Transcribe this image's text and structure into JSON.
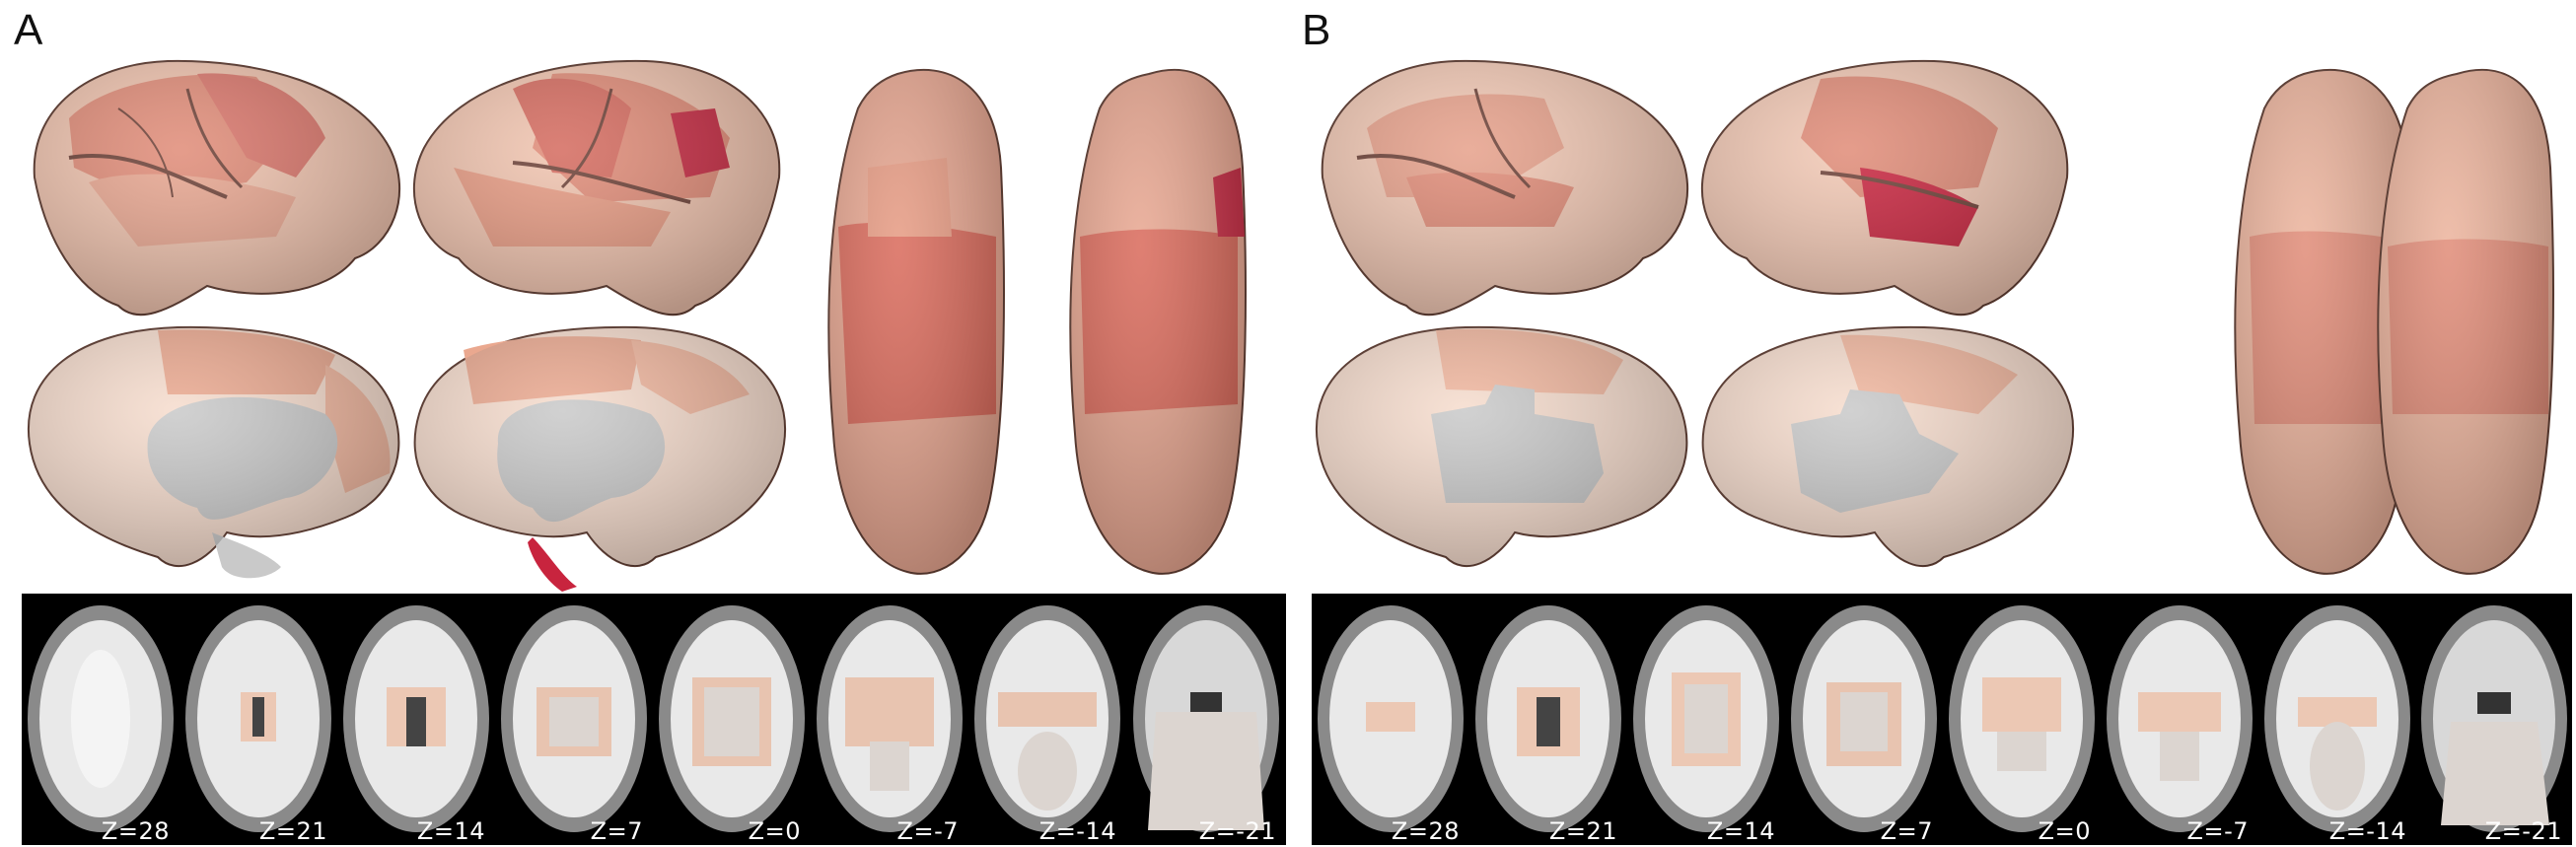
{
  "panels": [
    {
      "label": "A",
      "slices": [
        {
          "z": "Z=28"
        },
        {
          "z": "Z=21"
        },
        {
          "z": "Z=14"
        },
        {
          "z": "Z=7"
        },
        {
          "z": "Z=0"
        },
        {
          "z": "Z=-7"
        },
        {
          "z": "Z=-14"
        },
        {
          "z": "Z=-21"
        }
      ]
    },
    {
      "label": "B",
      "slices": [
        {
          "z": "Z=28"
        },
        {
          "z": "Z=21"
        },
        {
          "z": "Z=14"
        },
        {
          "z": "Z=7"
        },
        {
          "z": "Z=0"
        },
        {
          "z": "Z=-7"
        },
        {
          "z": "Z=-14"
        },
        {
          "z": "Z=-21"
        }
      ]
    }
  ],
  "colors": {
    "light": "#f4d7c8",
    "mid": "#e69a82",
    "strong": "#d9695a",
    "peak": "#c8243e",
    "medial_wall": "#c9c9c9",
    "background": "#000000"
  }
}
